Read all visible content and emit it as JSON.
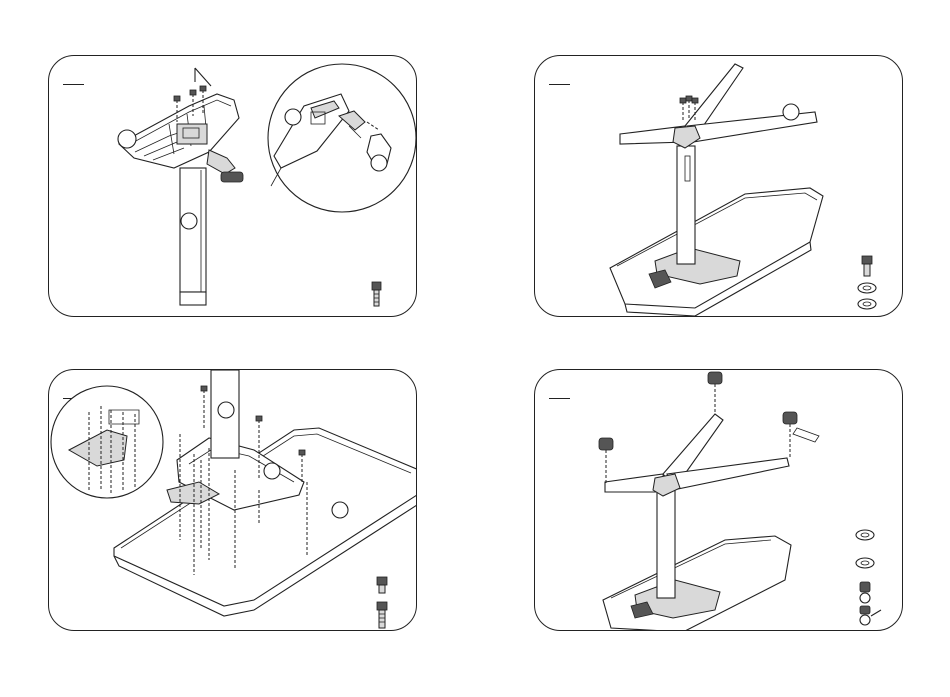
{
  "panels": [
    {
      "id": "p1",
      "step_label": ""
    },
    {
      "id": "p2",
      "step_label": ""
    },
    {
      "id": "p3",
      "step_label": ""
    },
    {
      "id": "p4",
      "step_label": ""
    }
  ],
  "colors": {
    "line": "#222222",
    "fill": "#ffffff",
    "shade": "#d9d9d9"
  }
}
